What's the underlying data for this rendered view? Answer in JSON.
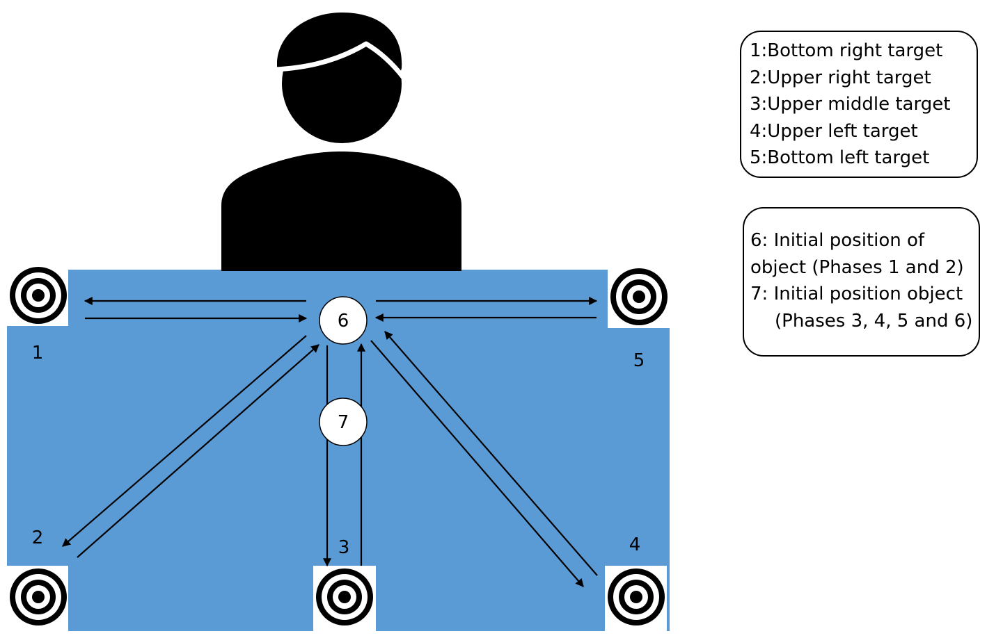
{
  "colors": {
    "table": "#5b9bd5",
    "figure": "#000000",
    "background": "#ffffff"
  },
  "markers": {
    "m1": "1",
    "m2": "2",
    "m3": "3",
    "m4": "4",
    "m5": "5",
    "m6": "6",
    "m7": "7"
  },
  "legend_targets": {
    "lines": [
      "1:Bottom right target",
      "2:Upper right target",
      "3:Upper middle target",
      "4:Upper left target",
      "5:Bottom left target"
    ]
  },
  "legend_positions": {
    "lines": [
      "6: Initial position of",
      "object (Phases 1 and 2)",
      "7: Initial position object",
      "(Phases 3, 4, 5 and 6)"
    ]
  },
  "icons": [
    "person-icon",
    "target-icon",
    "arrow-icon"
  ]
}
